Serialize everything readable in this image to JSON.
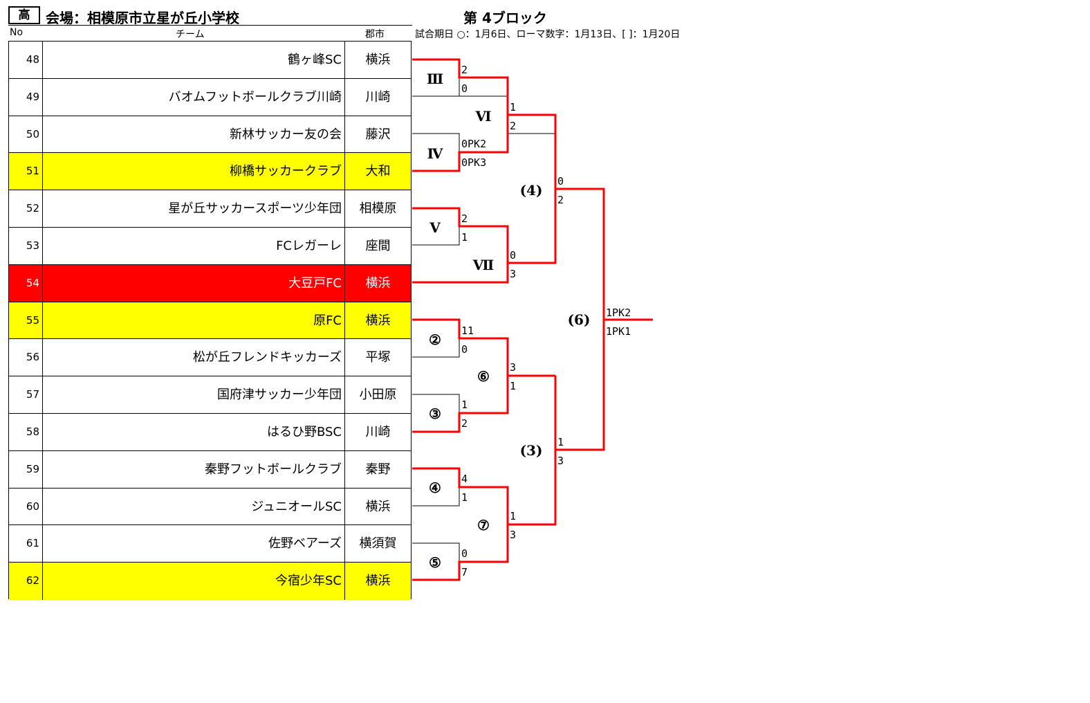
{
  "header": {
    "grade": "高",
    "venue": "会場：相模原市立星が丘小学校",
    "block": "第 4ブロック",
    "col_no": "No",
    "col_team": "チーム",
    "col_city": "郡市",
    "dates_note": "試合期日 ○：1月6日、ローマ数字：1月13日、[ ]：1月20日"
  },
  "teams": [
    {
      "no": "48",
      "name": "鶴ヶ峰SC",
      "city": "横浜",
      "highlight": "none"
    },
    {
      "no": "49",
      "name": "バオムフットボールクラブ川崎",
      "city": "川崎",
      "highlight": "none"
    },
    {
      "no": "50",
      "name": "新林サッカー友の会",
      "city": "藤沢",
      "highlight": "none"
    },
    {
      "no": "51",
      "name": "柳橋サッカークラブ",
      "city": "大和",
      "highlight": "yellow"
    },
    {
      "no": "52",
      "name": "星が丘サッカースポーツ少年団",
      "city": "相模原",
      "highlight": "none"
    },
    {
      "no": "53",
      "name": "FCレガーレ",
      "city": "座間",
      "highlight": "none"
    },
    {
      "no": "54",
      "name": "大豆戸FC",
      "city": "横浜",
      "highlight": "red"
    },
    {
      "no": "55",
      "name": "原FC",
      "city": "横浜",
      "highlight": "yellow"
    },
    {
      "no": "56",
      "name": "松が丘フレンドキッカーズ",
      "city": "平塚",
      "highlight": "none"
    },
    {
      "no": "57",
      "name": "国府津サッカー少年団",
      "city": "小田原",
      "highlight": "none"
    },
    {
      "no": "58",
      "name": "はるひ野BSC",
      "city": "川崎",
      "highlight": "none"
    },
    {
      "no": "59",
      "name": "秦野フットボールクラブ",
      "city": "秦野",
      "highlight": "none"
    },
    {
      "no": "60",
      "name": "ジュニオールSC",
      "city": "横浜",
      "highlight": "none"
    },
    {
      "no": "61",
      "name": "佐野ベアーズ",
      "city": "横須賀",
      "highlight": "none"
    },
    {
      "no": "62",
      "name": "今宿少年SC",
      "city": "横浜",
      "highlight": "yellow"
    }
  ],
  "bracket": {
    "match_labels": {
      "m3": "Ⅲ",
      "m4": "Ⅳ",
      "m5": "Ⅴ",
      "m6": "Ⅵ",
      "m7": "Ⅶ",
      "c2": "②",
      "c3": "③",
      "c4": "④",
      "c5": "⑤",
      "c6": "⑥",
      "c7": "⑦",
      "p4": "(4)",
      "p3": "(3)",
      "p6": "(6)"
    },
    "scores": {
      "m3_top": "2",
      "m3_bot": "0",
      "m4_top": "0PK2",
      "m4_bot": "0PK3",
      "m6_top": "1",
      "m6_bot": "2",
      "m5_top": "2",
      "m5_bot": "1",
      "m7_top": "0",
      "m7_bot": "3",
      "p4_top": "0",
      "p4_bot": "2",
      "c2_top": "11",
      "c2_bot": "0",
      "c3_top": "1",
      "c3_bot": "2",
      "c6_top": "3",
      "c6_bot": "1",
      "c4_top": "4",
      "c4_bot": "1",
      "c5_top": "0",
      "c5_bot": "7",
      "c7_top": "1",
      "c7_bot": "3",
      "p3_top": "1",
      "p3_bot": "3",
      "p6_top": "1PK2",
      "p6_bot": "1PK1"
    },
    "colors": {
      "winner": "#ff0000",
      "loser": "#000000"
    }
  }
}
